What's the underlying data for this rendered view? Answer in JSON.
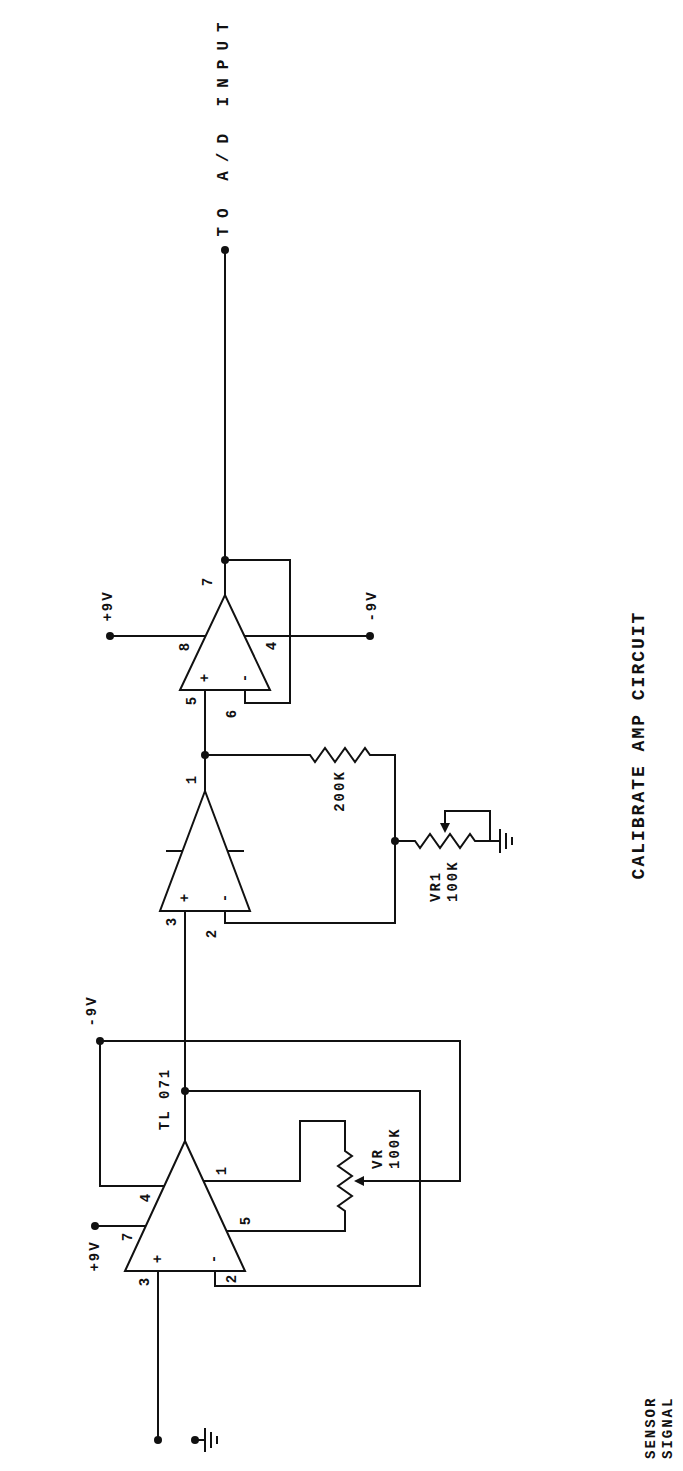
{
  "diagram": {
    "labels": [
      "SENSOR SIGNAL",
      "3",
      "+",
      "-",
      "2",
      "+9V",
      "7",
      "4",
      "5",
      "1",
      "VR 100K",
      "TL 071",
      "-9V",
      "3",
      "+",
      "-",
      "2",
      "1",
      "200K",
      "VR1 100K",
      "CALIBRATE AMP CIRCUIT",
      "5",
      "+",
      "-",
      "6",
      "8",
      "+9V",
      "4",
      "-9V",
      "7",
      "TO A/D INPUT"
    ]
  }
}
